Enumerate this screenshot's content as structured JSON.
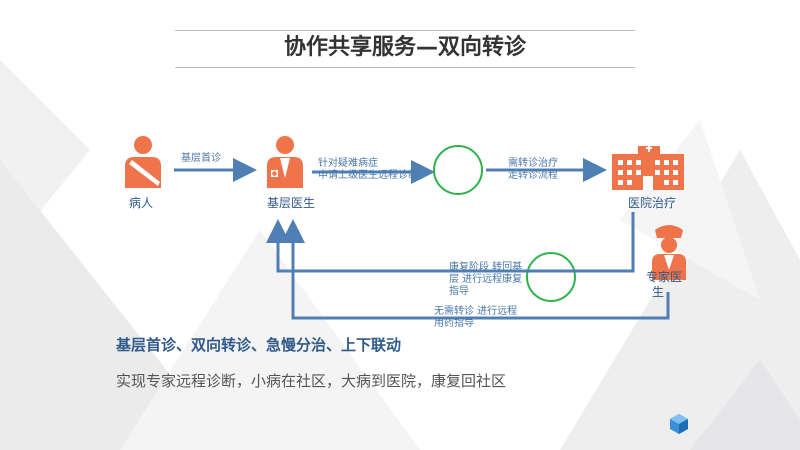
{
  "title": "协作共享服务—双向转诊",
  "nodes": {
    "patient": "病人",
    "grassroots_doctor": "基层医生",
    "hospital": "医院治疗",
    "expert_line1": "专家医",
    "expert_line2": "生"
  },
  "edges": {
    "first_visit": "基层首诊",
    "request_line1": "针对疑难病症",
    "request_line2": "申请上级医生远程诊断",
    "referral_line1": "需转诊治疗",
    "referral_line2": "走转诊流程",
    "rehab_line1": "康复阶段  转回基",
    "rehab_line2": "层  进行远程康复",
    "rehab_line3": "指导",
    "noref_line1": "无需转诊  进行远程",
    "noref_line2": "用药指导"
  },
  "subtitle": "基层首诊、双向转诊、急慢分治、上下联动",
  "description": "实现专家远程诊断，小病在社区，大病到医院，康复回社区",
  "colors": {
    "accent_orange": "#f0744a",
    "arrow_blue": "#4f7fb5",
    "circle_green": "#2db34a",
    "text_blue": "#2f5a8a"
  }
}
